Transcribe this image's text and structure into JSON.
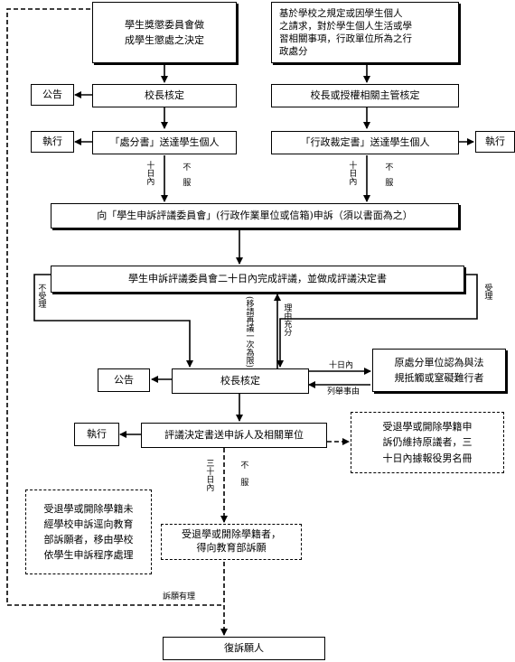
{
  "boxes": {
    "committee_decision": "學生獎懲委員會做\n成學生懲處之決定",
    "school_rule": "基於學校之規定或因學生個人\n之請求，對於學生個人生活或學\n習相關事項，行政單位所為之行\n政處分",
    "announce_1": "公告",
    "principal_approve_1": "校長核定",
    "principal_delegate": "校長或授權相關主管核定",
    "execute_1": "執行",
    "penalty_letter": "「處分書」送達學生個人",
    "admin_letter": "「行政裁定書」送達學生個人",
    "execute_2": "執行",
    "appeal": "向「學生申訴評議委員會」(行政作業單位或信箱)申訴（須以書面為之）",
    "committee_review": "學生申訴評議委員會二十日內完成評議，並做成評議決定書",
    "announce_2": "公告",
    "principal_approve_2": "校長核定",
    "original_unit": "原處分單位認為與法\n規抵觸或窒礙難行者",
    "execute_3": "執行",
    "send_decision": "評議決定書送申訴人及相關單位",
    "withdraw_keep": "受退學或開除學籍申\n訴仍維持原議者，三\n十日內據報役男名冊",
    "withdraw_not_appealed": "受退學或開除學籍未\n經學校申訴逕向教育\n部訴願者，移由學校\n依學生申訴程序處理",
    "withdraw_petition": "受退學或開除學籍者，\n得向教育部訴願",
    "notify_petitioner": "復訴願人"
  },
  "labels": {
    "ten_days_in_1": "十日內",
    "not_accept_1": "不服",
    "ten_days_in_2": "十日內",
    "not_accept_2": "不服",
    "not_accepted": "不受理",
    "accepted": "受理",
    "reconsider": "(移請再議一次為限)",
    "insufficient": "理由充分",
    "ten_days_in_3": "十日內",
    "list_reasons": "列舉事由",
    "thirty_days_in": "三十日內",
    "not_accept_3": "不服",
    "petition_reasonable": "訴願有理"
  }
}
